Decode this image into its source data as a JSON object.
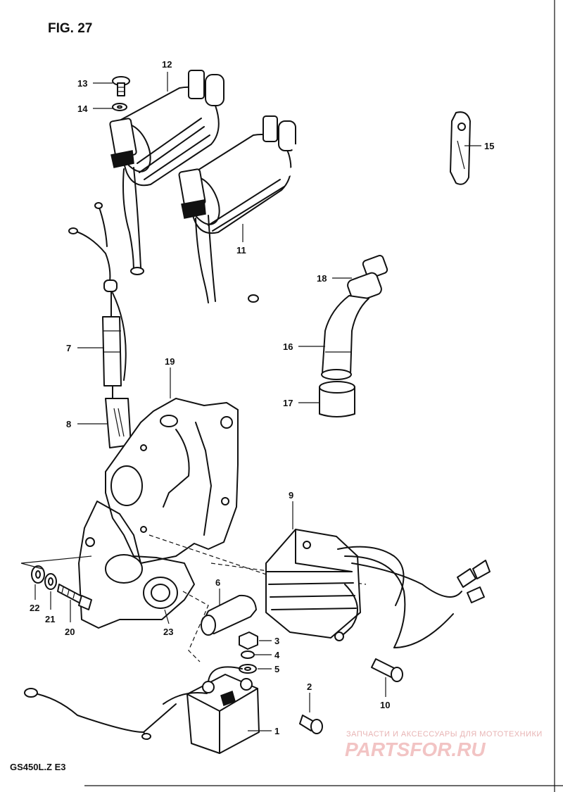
{
  "figure_title": "FIG. 27",
  "model_code": "GS450L.Z  E3",
  "watermark": {
    "tagline": "ЗАПЧАСТИ И АКСЕССУАРЫ ДЛЯ МОТОТЕХНИКИ",
    "logo_text": "PARTSFOR.RU"
  },
  "callouts": {
    "c1": "1",
    "c2": "2",
    "c3": "3",
    "c4": "4",
    "c5": "5",
    "c6": "6",
    "c7": "7",
    "c8": "8",
    "c9": "9",
    "c10": "10",
    "c11": "11",
    "c12": "12",
    "c13": "13",
    "c14": "14",
    "c15": "15",
    "c16": "16",
    "c17": "17",
    "c18": "18",
    "c19": "19",
    "c20": "20",
    "c21": "21",
    "c22": "22",
    "c23": "23"
  }
}
